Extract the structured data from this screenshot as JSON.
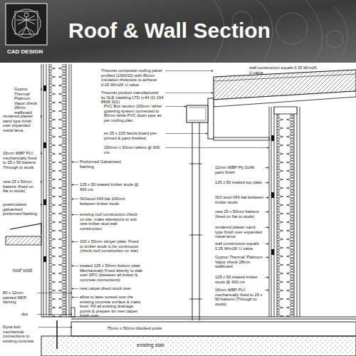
{
  "diagram": {
    "title": "Roof & Wall Section",
    "labels": [
      "CAD DESIGN",
      "Gyproc Thermal' Platinum Vapor check 28mm wallboard",
      "rendered plaster sand type finish over expanded metal larva",
      "15mm WBP PLY, mechanically fixed to 25 x 50 battens Through to studs",
      "new 25 x 50mm battens (fixed on flat to studs)",
      "powercasted galvanised preformed flashing",
      "roof void",
      "80 x 12mm painted MDF skirting",
      "dpc",
      "Dyna bolt mechanical connections to existing concrete",
      "Trisomet composite roofing panel profiled (1000/32) with 80mm insulation thickness to achieve 0.25 W/m2K U value",
      "Trisomet product manufactured by SLE cladding LTD (+44 (0) 194 8666 321)",
      "PVC Box section 100mm 'white' guttering system connected to 80mm white PVC down pipe as per roofing plan.",
      "ex 25 x 225 fascia board pre-primed & paint finished",
      "150mm x 50mm rafters @ 600 crs",
      "Preformed Galvanised flashing",
      "125 x 50 treated timber studs @ 400 crs",
      "ISOwool 043 bat 100mm between timber studs",
      "existing roof construction check on site, make alterations to suit new timber stud wall construction",
      "100 x 50mm stinger plate. Fixed to timber studs to be continuous. (check roof construction on site)",
      "treated 125 x 50mm bottom plate Mechanically Fixed directly to slab over DPC (between all timber & concrete connections)",
      "new carpet direct stuck over",
      "allow to latex screed over the existing concrete surface & make level. Fill all existing drainage points & prepare for new carpet finish over",
      "75mm x 50mm blocked joists",
      "existing slab",
      "wall construction equals 0.35 W/m2K U value",
      "12mm WBP Ply Soffit paint finish",
      "125 x 50 treated top plate",
      "ISO wool 043 bat between timber studs",
      "new 25 x 50mm battens (fixed on flat to studs)",
      "rendered plaster sand type finish over expanded metal larva",
      "wall construction equals 0.35 W/m2K U value",
      "Gyproc Thermal' Platinum Vapor check 28mm wallboard",
      "125 x 50 treated timber studs @ 400 crs",
      "15mm WBP PLY. mechanically fixed to 25 x 50 battens (Through to studs)"
    ]
  }
}
